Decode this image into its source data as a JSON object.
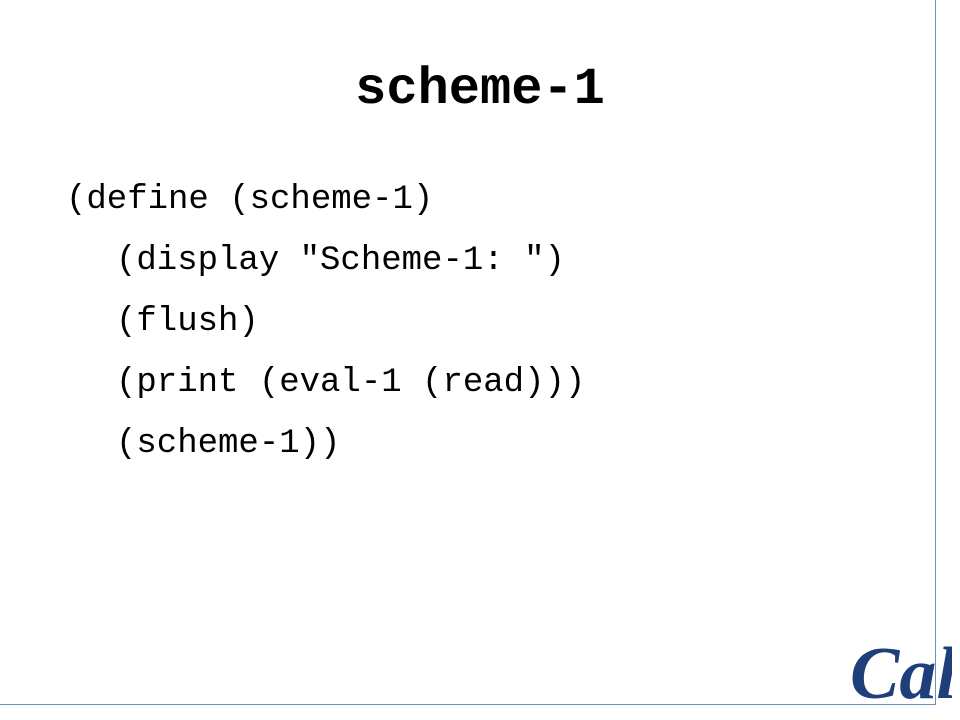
{
  "slide": {
    "title": "scheme-1",
    "code_lines": [
      "(define (scheme-1)",
      "(display \"Scheme-1: \")",
      "(flush)",
      "(print (eval-1 (read)))",
      "(scheme-1))"
    ],
    "logo": {
      "icon": "cal-logo-icon",
      "text": "Cal",
      "color": "#1f3f7a"
    },
    "rule_color": "#6f8fc0"
  }
}
